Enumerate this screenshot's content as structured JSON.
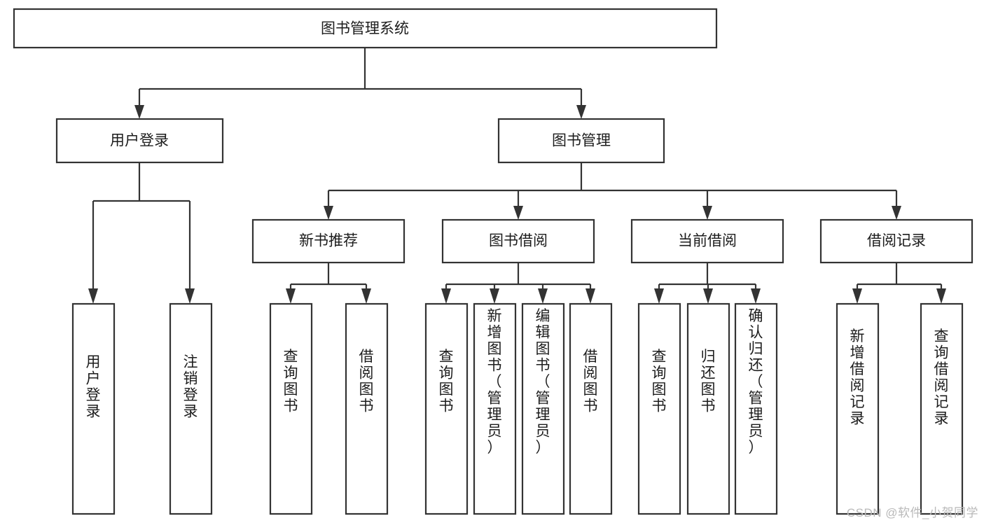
{
  "diagram": {
    "type": "hierarchy-tree",
    "title": "图书管理系统",
    "watermark": "CSDN @软件_小贺同学",
    "colors": {
      "box_stroke": "#333333",
      "box_fill": "#ffffff",
      "text": "#1c1c1c",
      "background": "#ffffff",
      "watermark": "#b9b9b9"
    },
    "levels": [
      {
        "level": 1,
        "nodes": [
          {
            "id": "root",
            "label": "图书管理系统",
            "orientation": "horizontal"
          }
        ]
      },
      {
        "level": 2,
        "nodes": [
          {
            "id": "login",
            "label": "用户登录",
            "orientation": "horizontal",
            "parent": "root"
          },
          {
            "id": "bookmgmt",
            "label": "图书管理",
            "orientation": "horizontal",
            "parent": "root"
          }
        ]
      },
      {
        "level": 3,
        "nodes": [
          {
            "id": "newbook",
            "label": "新书推荐",
            "orientation": "horizontal",
            "parent": "bookmgmt"
          },
          {
            "id": "borrow",
            "label": "图书借阅",
            "orientation": "horizontal",
            "parent": "bookmgmt"
          },
          {
            "id": "current",
            "label": "当前借阅",
            "orientation": "horizontal",
            "parent": "bookmgmt"
          },
          {
            "id": "records",
            "label": "借阅记录",
            "orientation": "horizontal",
            "parent": "bookmgmt"
          }
        ]
      },
      {
        "level": 4,
        "nodes": [
          {
            "id": "leaf1",
            "label": "用户登录",
            "orientation": "vertical",
            "parent": "login"
          },
          {
            "id": "leaf2",
            "label": "注销登录",
            "orientation": "vertical",
            "parent": "login"
          },
          {
            "id": "leaf3",
            "label": "查询图书",
            "orientation": "vertical",
            "parent": "newbook"
          },
          {
            "id": "leaf4",
            "label": "借阅图书",
            "orientation": "vertical",
            "parent": "newbook"
          },
          {
            "id": "leaf5",
            "label": "查询图书",
            "orientation": "vertical",
            "parent": "borrow"
          },
          {
            "id": "leaf6",
            "label": "新增图书（管理员）",
            "orientation": "vertical",
            "parent": "borrow"
          },
          {
            "id": "leaf7",
            "label": "编辑图书（管理员）",
            "orientation": "vertical",
            "parent": "borrow"
          },
          {
            "id": "leaf8",
            "label": "借阅图书",
            "orientation": "vertical",
            "parent": "borrow"
          },
          {
            "id": "leaf9",
            "label": "查询图书",
            "orientation": "vertical",
            "parent": "current"
          },
          {
            "id": "leaf10",
            "label": "归还图书",
            "orientation": "vertical",
            "parent": "current"
          },
          {
            "id": "leaf11",
            "label": "确认归还（管理员）",
            "orientation": "vertical",
            "parent": "current"
          },
          {
            "id": "leaf12",
            "label": "新增借阅记录",
            "orientation": "vertical",
            "parent": "records"
          },
          {
            "id": "leaf13",
            "label": "查询借阅记录",
            "orientation": "vertical",
            "parent": "records"
          }
        ]
      }
    ]
  }
}
